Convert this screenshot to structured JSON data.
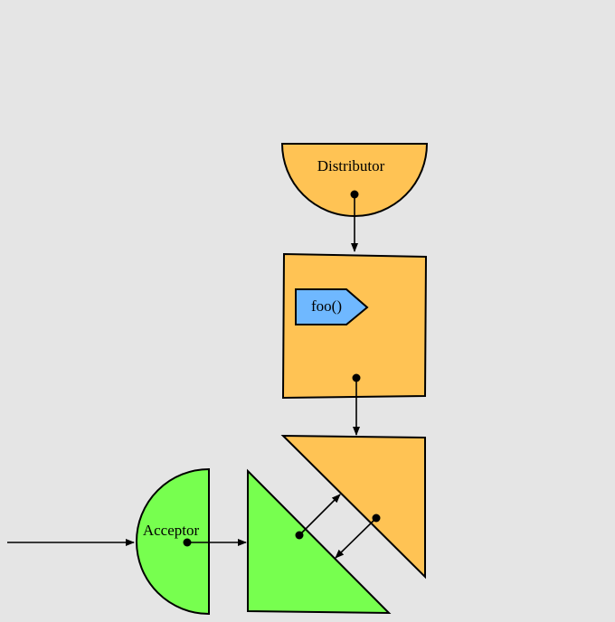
{
  "colors": {
    "background": "#e5e5e5",
    "orange_fill": "#ffc354",
    "green_fill": "#77ff4f",
    "blue_fill": "#6fb8ff",
    "stroke": "#000000"
  },
  "nodes": {
    "distributor": {
      "label": "Distributor"
    },
    "foo": {
      "label": "foo()"
    },
    "acceptor": {
      "label": "Acceptor"
    }
  }
}
